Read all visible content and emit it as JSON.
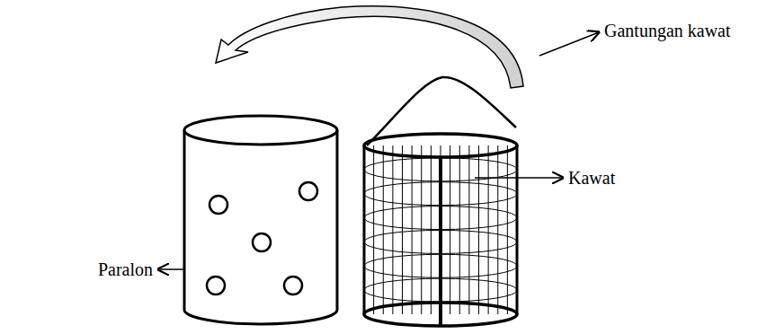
{
  "diagram": {
    "labels": [
      "Gantungan kawat",
      "Kawat",
      "Paralon"
    ]
  }
}
